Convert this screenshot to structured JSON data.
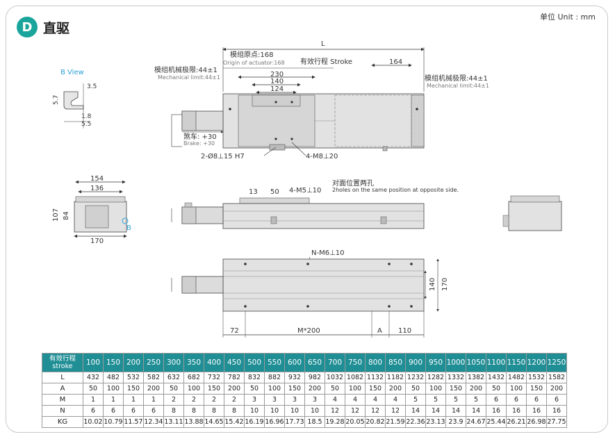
{
  "header": {
    "badge": "D",
    "title": "直驱",
    "unit": "单位 Unit : mm"
  },
  "drawing": {
    "L": "L",
    "origin_cn": "模组原点:168",
    "origin_en": "Origin of actuator:168",
    "stroke_label": "有效行程  Stroke",
    "dim_164": "164",
    "dim_230": "230",
    "dim_140_top": "140",
    "dim_124": "124",
    "mech_limit_left_cn": "模组机械极限:44±1",
    "mech_limit_left_en": "Mechanical limit:44±1",
    "mech_limit_right_cn": "模组机械极限:44±1",
    "mech_limit_right_en": "Mechanical limit:44±1",
    "brake_cn": "煞车: +30",
    "brake_en": "Brake: +30",
    "hole_2": "2-Ø8⊥15 H7",
    "hole_4": "4-M8⊥20",
    "b_view": "B  View",
    "bv_35": "3.5",
    "bv_57": "5.7",
    "bv_18": "1.8",
    "bv_55": "5.5",
    "end_154": "154",
    "end_136": "136",
    "end_107": "107",
    "end_84": "84",
    "end_170": "170",
    "end_B": "B",
    "side_13": "13",
    "side_50": "50",
    "side_m5": "4-M5⊥10",
    "opp_cn": "对面位置两孔",
    "opp_en": "2holes on the same position at opposite side.",
    "bottom_nm6": "N-M6⊥10",
    "bottom_140": "140",
    "bottom_170": "170",
    "bottom_72": "72",
    "bottom_m200": "M*200",
    "bottom_A": "A",
    "bottom_110": "110"
  },
  "table": {
    "header_label_cn": "有效行程",
    "header_label_en": "stroke",
    "strokes": [
      "100",
      "150",
      "200",
      "250",
      "300",
      "350",
      "400",
      "450",
      "500",
      "550",
      "600",
      "650",
      "700",
      "750",
      "800",
      "850",
      "900",
      "950",
      "1000",
      "1050",
      "1100",
      "1150",
      "1200",
      "1250"
    ],
    "rows": [
      {
        "label": "L",
        "values": [
          "432",
          "482",
          "532",
          "582",
          "632",
          "682",
          "732",
          "782",
          "832",
          "882",
          "932",
          "982",
          "1032",
          "1082",
          "1132",
          "1182",
          "1232",
          "1282",
          "1332",
          "1382",
          "1432",
          "1482",
          "1532",
          "1582"
        ]
      },
      {
        "label": "A",
        "values": [
          "50",
          "100",
          "150",
          "200",
          "50",
          "100",
          "150",
          "200",
          "50",
          "100",
          "150",
          "200",
          "50",
          "100",
          "150",
          "200",
          "50",
          "100",
          "150",
          "200",
          "50",
          "100",
          "150",
          "200"
        ]
      },
      {
        "label": "M",
        "values": [
          "1",
          "1",
          "1",
          "1",
          "2",
          "2",
          "2",
          "2",
          "3",
          "3",
          "3",
          "3",
          "4",
          "4",
          "4",
          "4",
          "5",
          "5",
          "5",
          "5",
          "6",
          "6",
          "6",
          "6"
        ]
      },
      {
        "label": "N",
        "values": [
          "6",
          "6",
          "6",
          "6",
          "8",
          "8",
          "8",
          "8",
          "10",
          "10",
          "10",
          "10",
          "12",
          "12",
          "12",
          "12",
          "14",
          "14",
          "14",
          "14",
          "16",
          "16",
          "16",
          "16"
        ]
      },
      {
        "label": "KG",
        "values": [
          "10.02",
          "10.79",
          "11.57",
          "12.34",
          "13.11",
          "13.88",
          "14.65",
          "15.42",
          "16.19",
          "16.96",
          "17.73",
          "18.5",
          "19.28",
          "20.05",
          "20.82",
          "21.59",
          "22.36",
          "23.13",
          "23.9",
          "24.67",
          "25.44",
          "26.21",
          "26.98",
          "27.75"
        ]
      }
    ]
  },
  "colors": {
    "accent": "#1aa59c",
    "table_header": "#1f8e95",
    "body_gray": "#d9d9d9",
    "dim_line": "#333333"
  }
}
